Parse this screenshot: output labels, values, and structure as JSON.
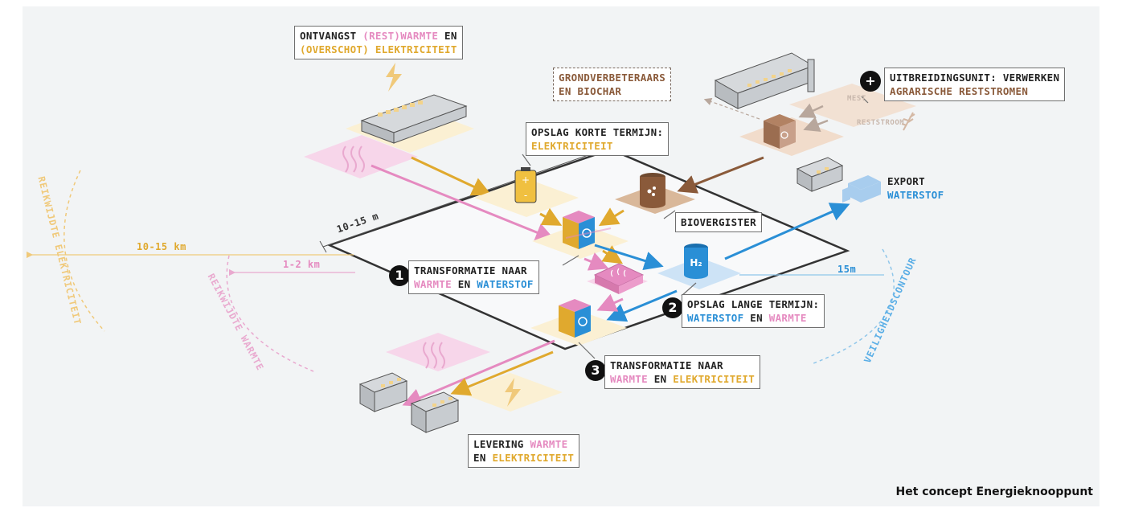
{
  "caption": "Het concept Energieknooppunt",
  "labels": {
    "ontvangst": {
      "l1a": "ONTVANGST ",
      "l1b": "(REST)WARMTE",
      "l1c": " EN",
      "l2": "(OVERSCHOT) ELEKTRICITEIT"
    },
    "opslag_kort": {
      "l1": "OPSLAG KORTE TERMIJN:",
      "l2": "ELEKTRICITEIT"
    },
    "grondverbeteraars": {
      "l1": "GRONDVERBETERAARS",
      "l2": "EN BIOCHAR"
    },
    "uitbreiding": {
      "l1": "UITBREIDINGSUNIT: VERWERKEN",
      "l2": "AGRARISCHE RESTSTROMEN"
    },
    "mest": "MEST",
    "reststroom": "RESTSTROOM",
    "export": {
      "l1": "EXPORT",
      "l2": "WATERSTOF"
    },
    "biovergister": "BIOVERGISTER",
    "transformatie1": {
      "l1": "TRANSFORMATIE NAAR",
      "l2a": "WARMTE",
      "l2b": " EN ",
      "l2c": "WATERSTOF"
    },
    "opslag_lang": {
      "l1": "OPSLAG LANGE TERMIJN:",
      "l2a": "WATERSTOF",
      "l2b": " EN ",
      "l2c": "WARMTE"
    },
    "transformatie3": {
      "l1": "TRANSFORMATIE NAAR",
      "l2a": "WARMTE",
      "l2b": " EN ",
      "l2c": "ELEKTRICITEIT"
    },
    "levering": {
      "l1a": "LEVERING ",
      "l1b": "WARMTE",
      "l2a": "EN ",
      "l2b": "ELEKTRICITEIT"
    },
    "h2": "H₂"
  },
  "badges": {
    "one": "1",
    "two": "2",
    "three": "3",
    "plus": "+"
  },
  "distances": {
    "site_edge": "10-15 m",
    "range_electricity": "10-15 km",
    "range_heat": "1-2 km",
    "safety": "15m"
  },
  "arcs": {
    "electricity": "REIKWIJDTE ELEKTRICITEIT",
    "heat": "REIKWIJDTE WARMTE",
    "safety": "VEILIGHEIDSCONTOUR"
  },
  "colors": {
    "pink": "#e58ac0",
    "yellow": "#e0a92e",
    "blue": "#2a8fd6",
    "brown": "#8a5a3a",
    "outline": "#333333"
  }
}
